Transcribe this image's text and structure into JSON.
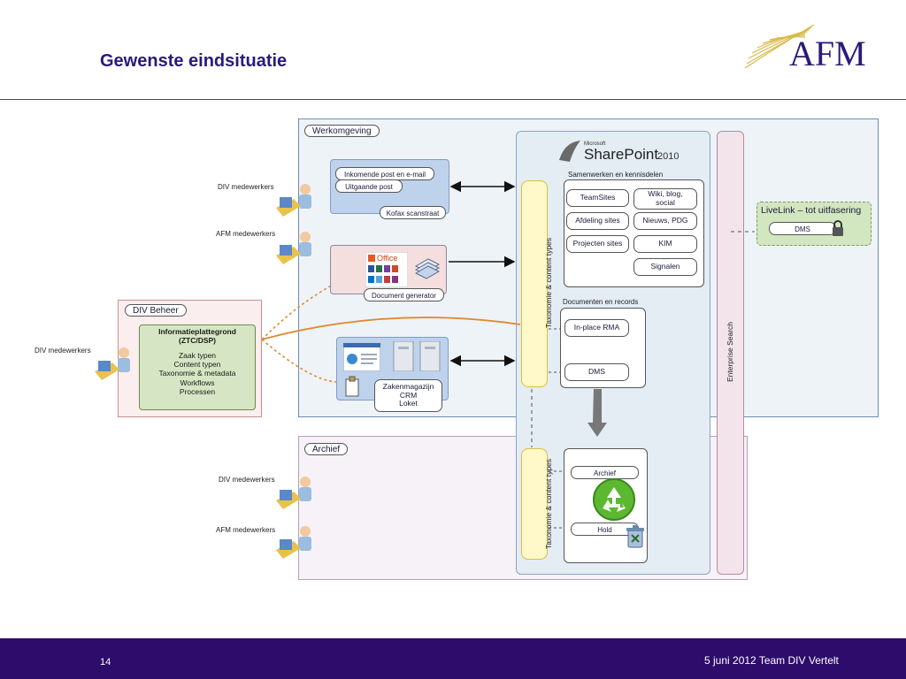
{
  "slide": {
    "title": "Gewenste eindsituatie",
    "page_number": "14",
    "footnote": "5 juni 2012 Team DIV Vertelt"
  },
  "logo": {
    "text": "AFM",
    "icon": "afm-sunburst-logo"
  },
  "diagram": {
    "werkomgeving_label": "Werkomgeving",
    "archief_label": "Archief",
    "div_beheer_label": "DIV Beheer",
    "people": {
      "div1": "DIV medewerkers",
      "afm1": "AFM medewerkers",
      "div_beheer": "DIV medewerkers",
      "div2": "DIV medewerkers",
      "afm2": "AFM medewerkers"
    },
    "input_box": {
      "item1": "Inkomende post en e-mail",
      "item2": "Uitgaande post",
      "scanner": "Kofax scanstraat"
    },
    "docgen_box": {
      "office_word": "Office",
      "label": "Document generator"
    },
    "zaak_box": {
      "line1": "Zakenmagazijn",
      "line2": "CRM",
      "line3": "Loket"
    },
    "info_platform": {
      "title1": "Informatieplattegrond",
      "title2": "(ZTC/DSP)",
      "items": [
        "Zaak typen",
        "Content typen",
        "Taxonomie & metadata",
        "Workflows",
        "Processen"
      ]
    },
    "sharepoint": {
      "brand_small": "Microsoft",
      "brand": "SharePoint",
      "year": "2010",
      "samenwerken_label": "Samenwerken en kennisdelen",
      "buttons": {
        "teamsites": "TeamSites",
        "wiki1": "Wiki, blog,",
        "wiki2": "social",
        "afdeling": "Afdeling sites",
        "nieuws": "Nieuws, PDG",
        "projecten": "Projecten sites",
        "kim": "KIM",
        "signalen": "Signalen"
      },
      "records_label": "Documenten en records",
      "rma": "In-place RMA",
      "dms": "DMS",
      "archief": "Archief",
      "hold": "Hold"
    },
    "taxonomy_label": "Taxonomie & content types",
    "enterprise_search": "Enterprise Search",
    "livelink": {
      "title": "LiveLink – tot uitfasering",
      "dms": "DMS"
    }
  },
  "colors": {
    "title": "#2a1a7a",
    "footer": "#2d0c6b",
    "orange_link": "#e08a30",
    "gold_logo": "#d9b84a"
  }
}
